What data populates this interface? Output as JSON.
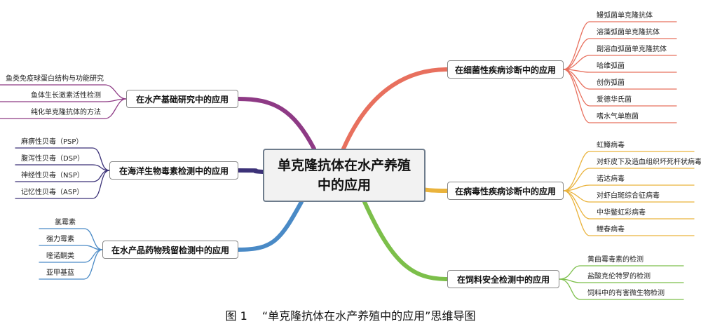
{
  "center": {
    "line1": "单克隆抗体在水产养殖",
    "line2": "中的应用"
  },
  "caption": "图 1　 “单克隆抗体在水产养殖中的应用”思维导图",
  "branches": [
    {
      "id": "bacterial",
      "label": "在细菌性疾病诊断中的应用",
      "color": "#e8705e",
      "leaves": [
        "鳗弧菌单克隆抗体",
        "溶藻弧菌单克隆抗体",
        "副溶血弧菌单克隆抗体",
        "哈维弧菌",
        "创伤弧菌",
        "爱德华氏菌",
        "嗜水气单胞菌"
      ]
    },
    {
      "id": "viral",
      "label": "在病毒性疾病诊断中的应用",
      "color": "#eab33c",
      "leaves": [
        "虹鳟病毒",
        "对虾皮下及造血组织坏死杆状病毒",
        "诺达病毒",
        "对虾白斑综合征病毒",
        "中华鳖虹彩病毒",
        "鲤春病毒"
      ]
    },
    {
      "id": "feed",
      "label": "在饲料安全检测中的应用",
      "color": "#7cbf4a",
      "leaves": [
        "黄曲霉毒素的检测",
        "盐酸克伦特罗的检测",
        "饲料中的有害微生物检测"
      ]
    },
    {
      "id": "basic",
      "label": "在水产基础研究中的应用",
      "color": "#8e3a85",
      "leaves": [
        "鱼类免疫球蛋白结构与功能研究",
        "鱼体生长激素活性检测",
        "纯化单克隆抗体的方法"
      ]
    },
    {
      "id": "marine",
      "label": "在海洋生物毒素检测中的应用",
      "color": "#3c3278",
      "leaves": [
        "麻痹性贝毒（PSP）",
        "腹泻性贝毒（DSP）",
        "神经性贝毒（NSP）",
        "记忆性贝毒（ASP）"
      ]
    },
    {
      "id": "drug",
      "label": "在水产品药物残留检测中的应用",
      "color": "#4a8ac6",
      "leaves": [
        "氯霉素",
        "强力霉素",
        "喹诺酮类",
        "亚甲基蓝"
      ]
    }
  ]
}
